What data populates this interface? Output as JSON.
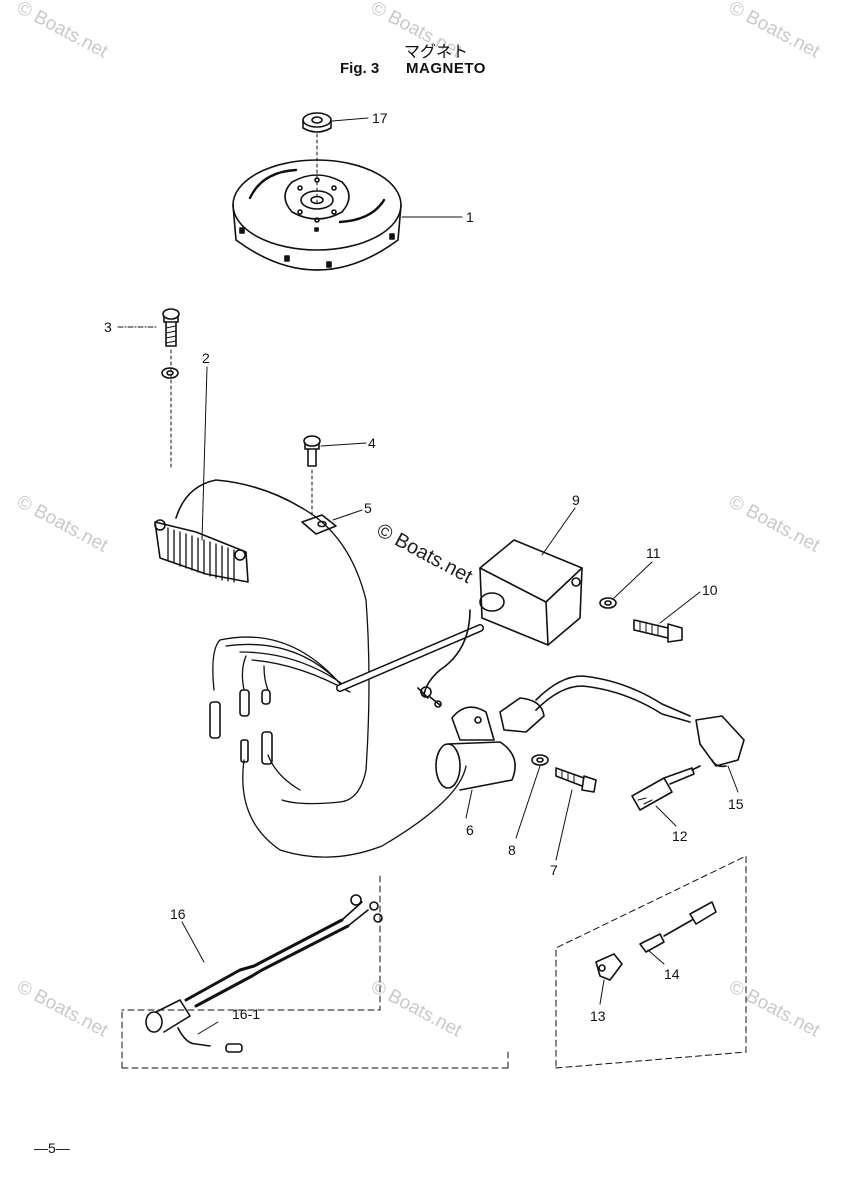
{
  "header": {
    "title_jp": "マグネト",
    "figure_label": "Fig. 3",
    "title_en": "MAGNETO"
  },
  "watermark": {
    "text": "© Boats.net"
  },
  "callouts": [
    "1",
    "2",
    "3",
    "4",
    "5",
    "6",
    "7",
    "8",
    "9",
    "10",
    "11",
    "12",
    "13",
    "14",
    "15",
    "16",
    "16-1",
    "17"
  ],
  "page_number": "—5—"
}
